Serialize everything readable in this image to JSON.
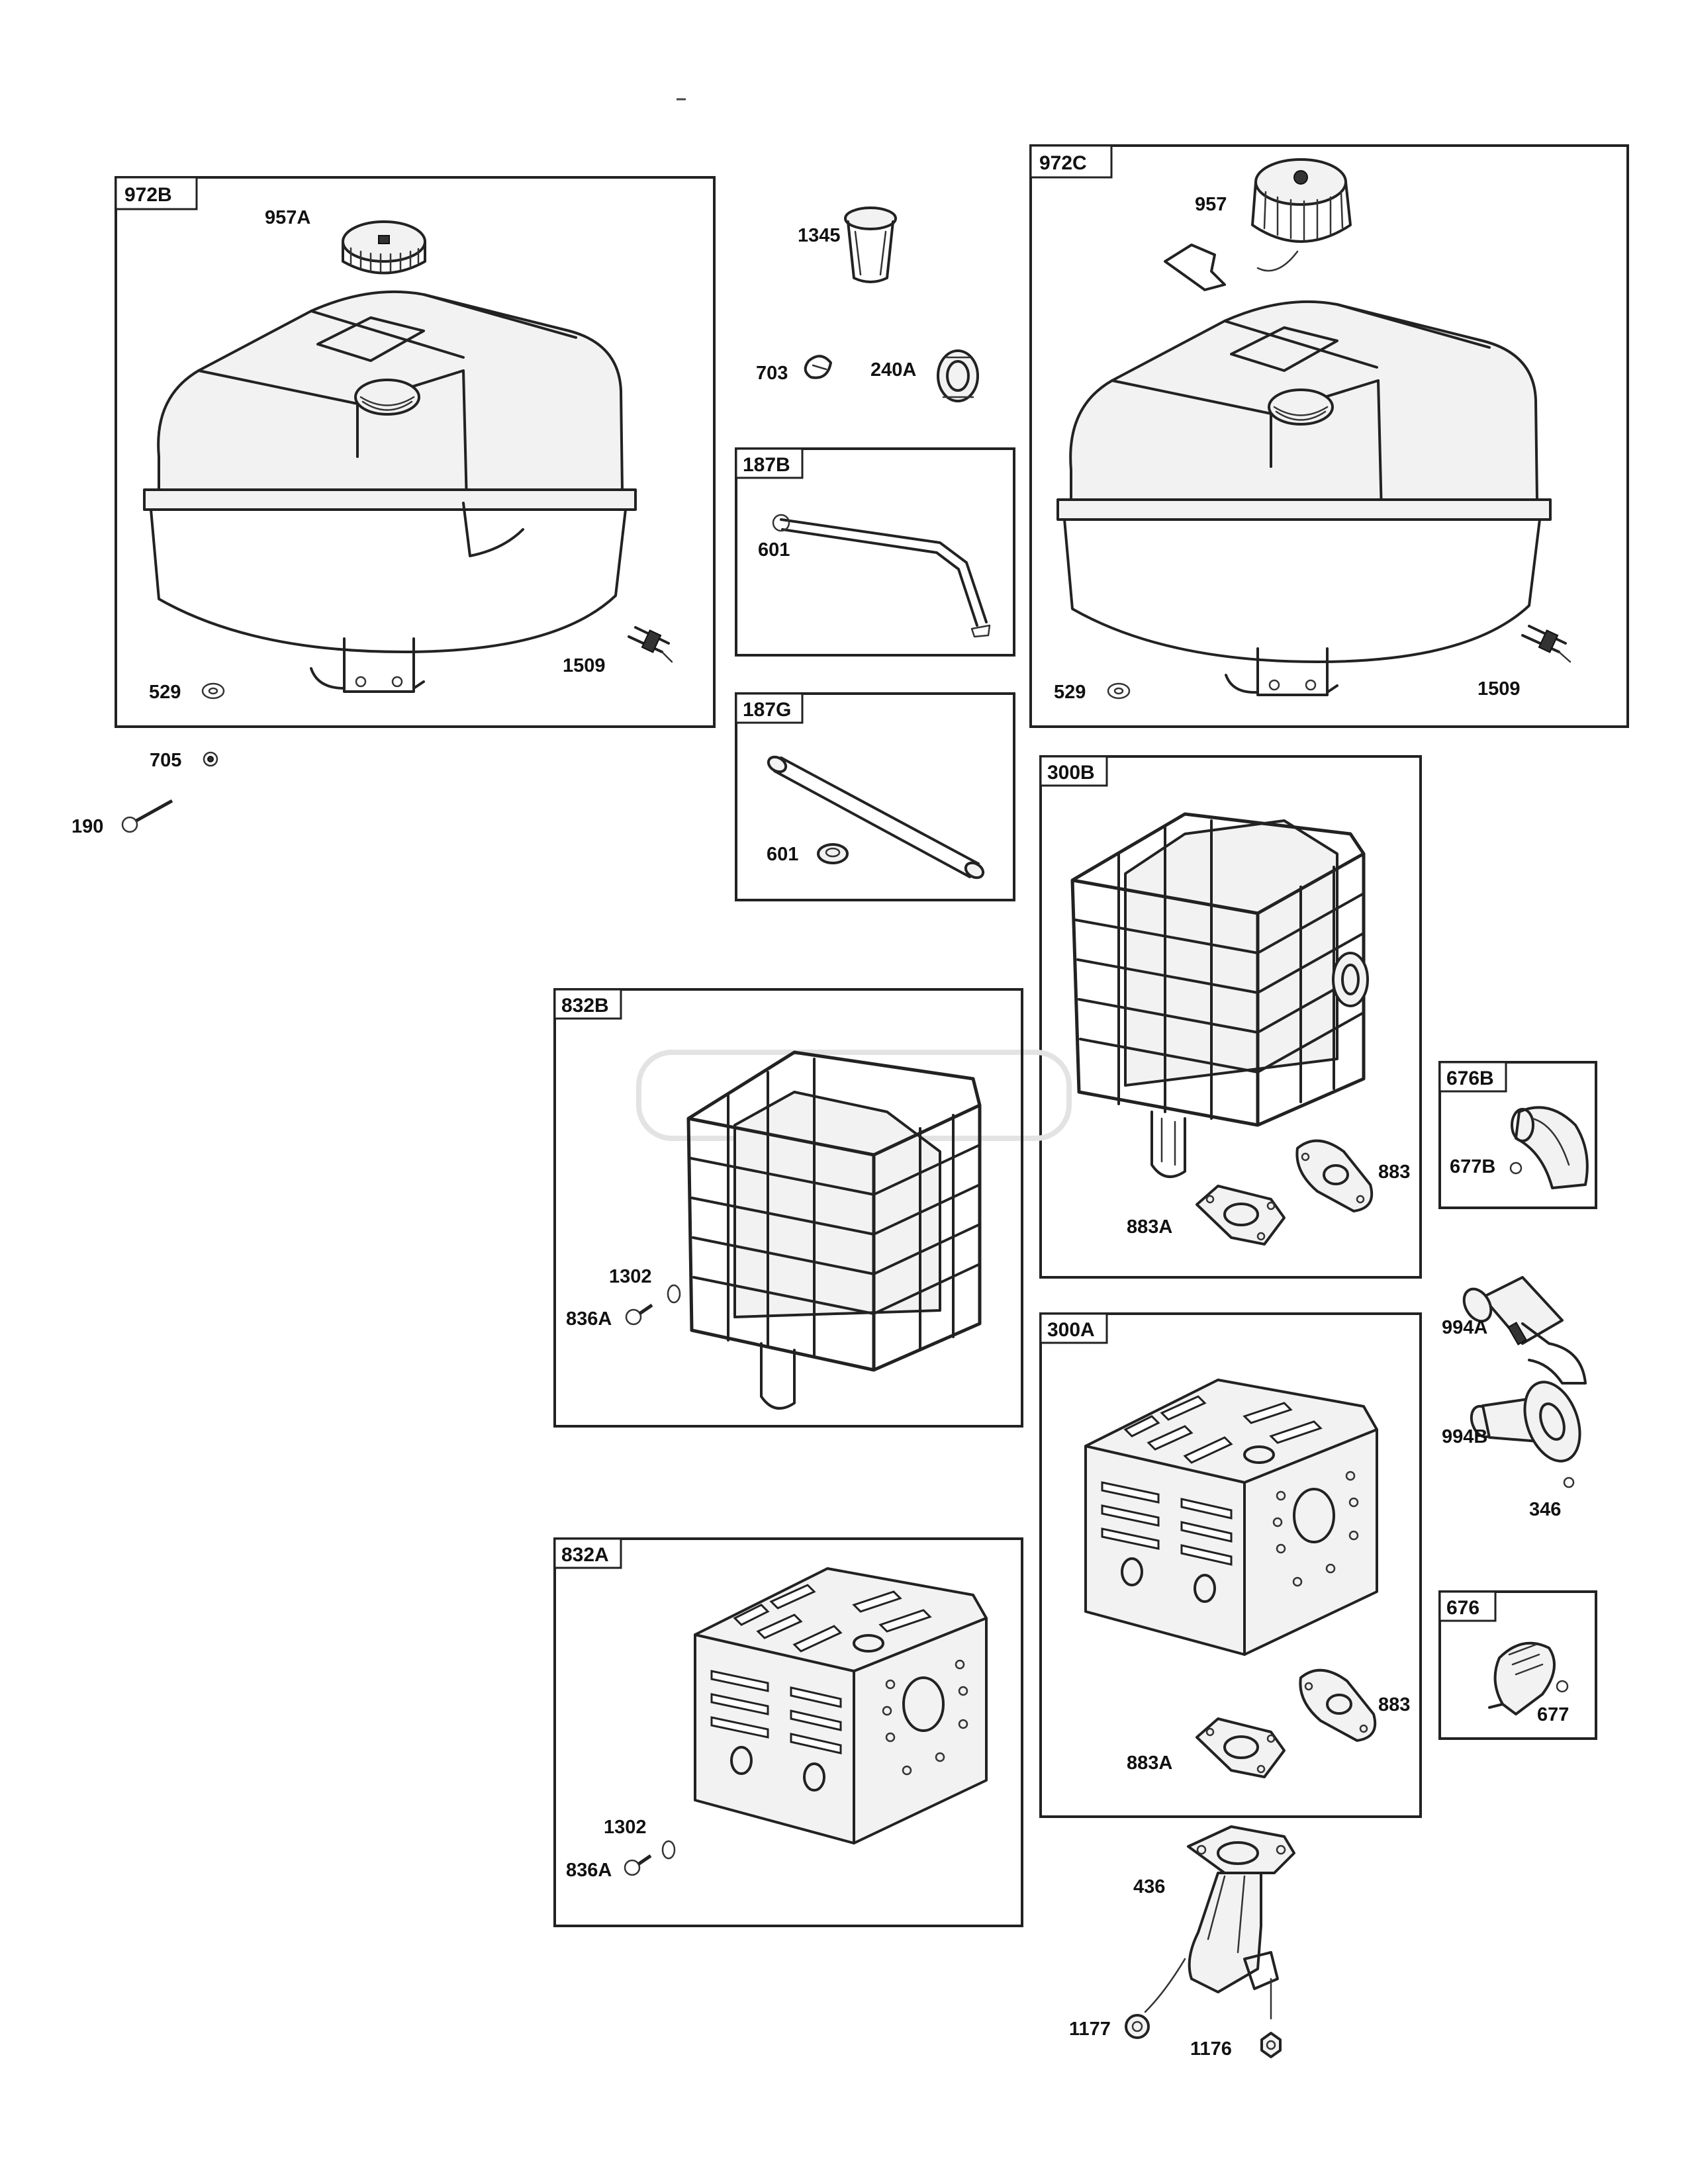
{
  "groups": [
    {
      "id": "972b",
      "tag": "972B"
    },
    {
      "id": "972c",
      "tag": "972C"
    },
    {
      "id": "187b",
      "tag": "187B"
    },
    {
      "id": "187g",
      "tag": "187G"
    },
    {
      "id": "300b",
      "tag": "300B"
    },
    {
      "id": "832b",
      "tag": "832B"
    },
    {
      "id": "676b",
      "tag": "676B"
    },
    {
      "id": "300a",
      "tag": "300A"
    },
    {
      "id": "832a",
      "tag": "832A"
    },
    {
      "id": "676",
      "tag": "676"
    }
  ],
  "callouts": [
    {
      "id": "957a",
      "text": "957A"
    },
    {
      "id": "529-left",
      "text": "529"
    },
    {
      "id": "1509-left",
      "text": "1509"
    },
    {
      "id": "705",
      "text": "705"
    },
    {
      "id": "190",
      "text": "190"
    },
    {
      "id": "1345",
      "text": "1345"
    },
    {
      "id": "703",
      "text": "703"
    },
    {
      "id": "240a",
      "text": "240A"
    },
    {
      "id": "601-187b",
      "text": "601"
    },
    {
      "id": "601-187g",
      "text": "601"
    },
    {
      "id": "957",
      "text": "957"
    },
    {
      "id": "529-right",
      "text": "529"
    },
    {
      "id": "1509-right",
      "text": "1509"
    },
    {
      "id": "883-300b",
      "text": "883"
    },
    {
      "id": "883a-300b",
      "text": "883A"
    },
    {
      "id": "1302-832b",
      "text": "1302"
    },
    {
      "id": "836a-832b",
      "text": "836A"
    },
    {
      "id": "677b",
      "text": "677B"
    },
    {
      "id": "994a",
      "text": "994A"
    },
    {
      "id": "994b",
      "text": "994B"
    },
    {
      "id": "346",
      "text": "346"
    },
    {
      "id": "883-300a",
      "text": "883"
    },
    {
      "id": "883a-300a",
      "text": "883A"
    },
    {
      "id": "677",
      "text": "677"
    },
    {
      "id": "1302-832a",
      "text": "1302"
    },
    {
      "id": "836a-832a",
      "text": "836A"
    },
    {
      "id": "436",
      "text": "436"
    },
    {
      "id": "1177",
      "text": "1177"
    },
    {
      "id": "1176",
      "text": "1176"
    }
  ]
}
